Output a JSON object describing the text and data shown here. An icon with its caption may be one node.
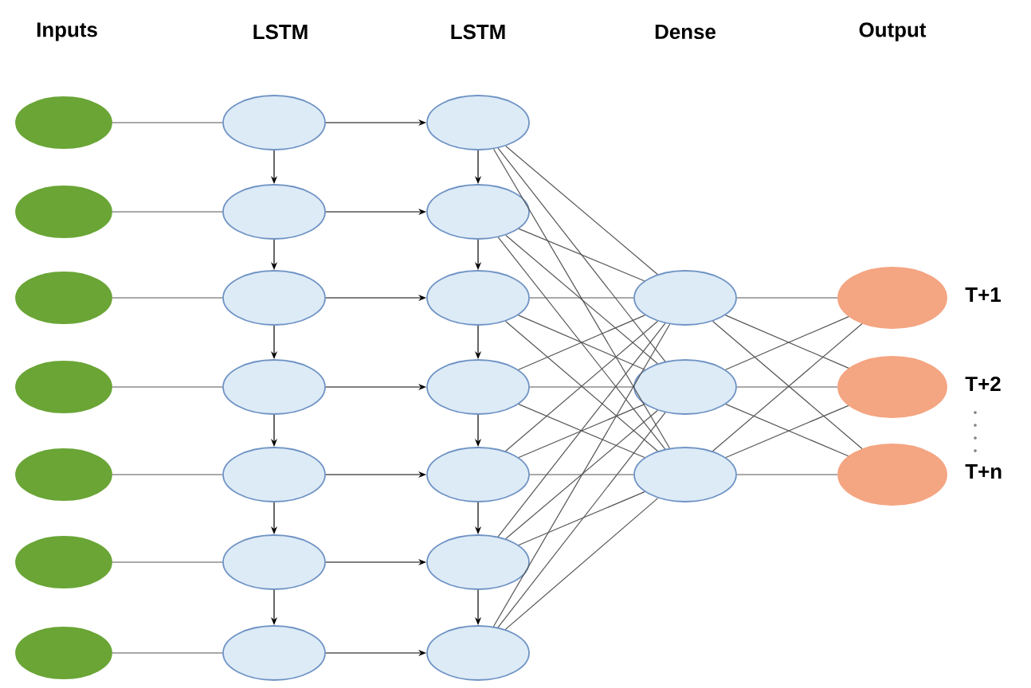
{
  "diagram": {
    "nodes": [
      {
        "text": [],
        "shape": "ellipse"
      },
      {
        "text": [],
        "shape": "ellipse"
      },
      {
        "text": [],
        "shape": "ellipse"
      },
      {
        "text": [],
        "shape": "ellipse"
      },
      {
        "text": [],
        "shape": "ellipse"
      },
      {
        "text": [],
        "shape": "ellipse"
      },
      {
        "text": [],
        "shape": "ellipse"
      },
      {
        "text": [],
        "shape": "ellipse"
      },
      {
        "text": [],
        "shape": "ellipse"
      },
      {
        "text": [],
        "shape": "ellipse"
      },
      {
        "text": [],
        "shape": "ellipse"
      },
      {
        "text": [],
        "shape": "ellipse"
      },
      {
        "text": [],
        "shape": "ellipse"
      },
      {
        "text": [],
        "shape": "ellipse"
      },
      {
        "text": [],
        "shape": "ellipse"
      },
      {
        "text": [],
        "shape": "ellipse"
      },
      {
        "text": [],
        "shape": "ellipse"
      },
      {
        "text": [],
        "shape": "ellipse"
      },
      {
        "text": [],
        "shape": "ellipse"
      },
      {
        "text": [],
        "shape": "ellipse"
      },
      {
        "text": [],
        "shape": "ellipse"
      },
      {
        "text": [],
        "shape": "ellipse"
      },
      {
        "text": [],
        "shape": "ellipse"
      },
      {
        "text": [],
        "shape": "ellipse"
      },
      {
        "text": [],
        "shape": "ellipse",
        "beside": [
          "T+1"
        ]
      },
      {
        "text": [],
        "shape": "ellipse",
        "beside": [
          "T+2"
        ]
      },
      {
        "text": [],
        "shape": "ellipse",
        "beside": [
          "T+n"
        ]
      }
    ],
    "edges": [
      {
        "from": 0,
        "to": 7,
        "arrow": "none"
      },
      {
        "from": 1,
        "to": 8,
        "arrow": "none"
      },
      {
        "from": 2,
        "to": 9,
        "arrow": "none"
      },
      {
        "from": 3,
        "to": 10,
        "arrow": "none"
      },
      {
        "from": 4,
        "to": 11,
        "arrow": "none"
      },
      {
        "from": 5,
        "to": 12,
        "arrow": "none"
      },
      {
        "from": 6,
        "to": 13,
        "arrow": "none"
      },
      {
        "from": 7,
        "to": 8,
        "arrow": "to"
      },
      {
        "from": 8,
        "to": 9,
        "arrow": "to"
      },
      {
        "from": 9,
        "to": 10,
        "arrow": "to"
      },
      {
        "from": 10,
        "to": 11,
        "arrow": "to"
      },
      {
        "from": 11,
        "to": 12,
        "arrow": "to"
      },
      {
        "from": 12,
        "to": 13,
        "arrow": "to"
      },
      {
        "from": 7,
        "to": 14,
        "arrow": "to"
      },
      {
        "from": 8,
        "to": 15,
        "arrow": "to"
      },
      {
        "from": 9,
        "to": 16,
        "arrow": "to"
      },
      {
        "from": 10,
        "to": 17,
        "arrow": "to"
      },
      {
        "from": 11,
        "to": 18,
        "arrow": "to"
      },
      {
        "from": 12,
        "to": 19,
        "arrow": "to"
      },
      {
        "from": 13,
        "to": 20,
        "arrow": "to"
      },
      {
        "from": 14,
        "to": 15,
        "arrow": "to"
      },
      {
        "from": 15,
        "to": 16,
        "arrow": "to"
      },
      {
        "from": 16,
        "to": 17,
        "arrow": "to"
      },
      {
        "from": 17,
        "to": 18,
        "arrow": "to"
      },
      {
        "from": 18,
        "to": 19,
        "arrow": "to"
      },
      {
        "from": 19,
        "to": 20,
        "arrow": "to"
      },
      {
        "from": 14,
        "to": 21,
        "arrow": "none"
      },
      {
        "from": 14,
        "to": 22,
        "arrow": "none"
      },
      {
        "from": 14,
        "to": 23,
        "arrow": "none"
      },
      {
        "from": 15,
        "to": 21,
        "arrow": "none"
      },
      {
        "from": 15,
        "to": 22,
        "arrow": "none"
      },
      {
        "from": 15,
        "to": 23,
        "arrow": "none"
      },
      {
        "from": 16,
        "to": 21,
        "arrow": "none"
      },
      {
        "from": 16,
        "to": 22,
        "arrow": "none"
      },
      {
        "from": 16,
        "to": 23,
        "arrow": "none"
      },
      {
        "from": 17,
        "to": 21,
        "arrow": "none"
      },
      {
        "from": 17,
        "to": 22,
        "arrow": "none"
      },
      {
        "from": 17,
        "to": 23,
        "arrow": "none"
      },
      {
        "from": 18,
        "to": 21,
        "arrow": "none"
      },
      {
        "from": 18,
        "to": 22,
        "arrow": "none"
      },
      {
        "from": 18,
        "to": 23,
        "arrow": "none"
      },
      {
        "from": 19,
        "to": 21,
        "arrow": "none"
      },
      {
        "from": 19,
        "to": 22,
        "arrow": "none"
      },
      {
        "from": 19,
        "to": 23,
        "arrow": "none"
      },
      {
        "from": 20,
        "to": 21,
        "arrow": "none"
      },
      {
        "from": 20,
        "to": 22,
        "arrow": "none"
      },
      {
        "from": 20,
        "to": 23,
        "arrow": "none"
      },
      {
        "from": 21,
        "to": 24,
        "arrow": "none"
      },
      {
        "from": 21,
        "to": 25,
        "arrow": "none"
      },
      {
        "from": 21,
        "to": 26,
        "arrow": "none"
      },
      {
        "from": 22,
        "to": 24,
        "arrow": "none"
      },
      {
        "from": 22,
        "to": 25,
        "arrow": "none"
      },
      {
        "from": 22,
        "to": 26,
        "arrow": "none"
      },
      {
        "from": 23,
        "to": 24,
        "arrow": "none"
      },
      {
        "from": 23,
        "to": 25,
        "arrow": "none"
      },
      {
        "from": 23,
        "to": 26,
        "arrow": "none"
      }
    ],
    "labels": [
      "Inputs",
      "LSTM",
      "LSTM",
      "Dense",
      "Output"
    ]
  }
}
